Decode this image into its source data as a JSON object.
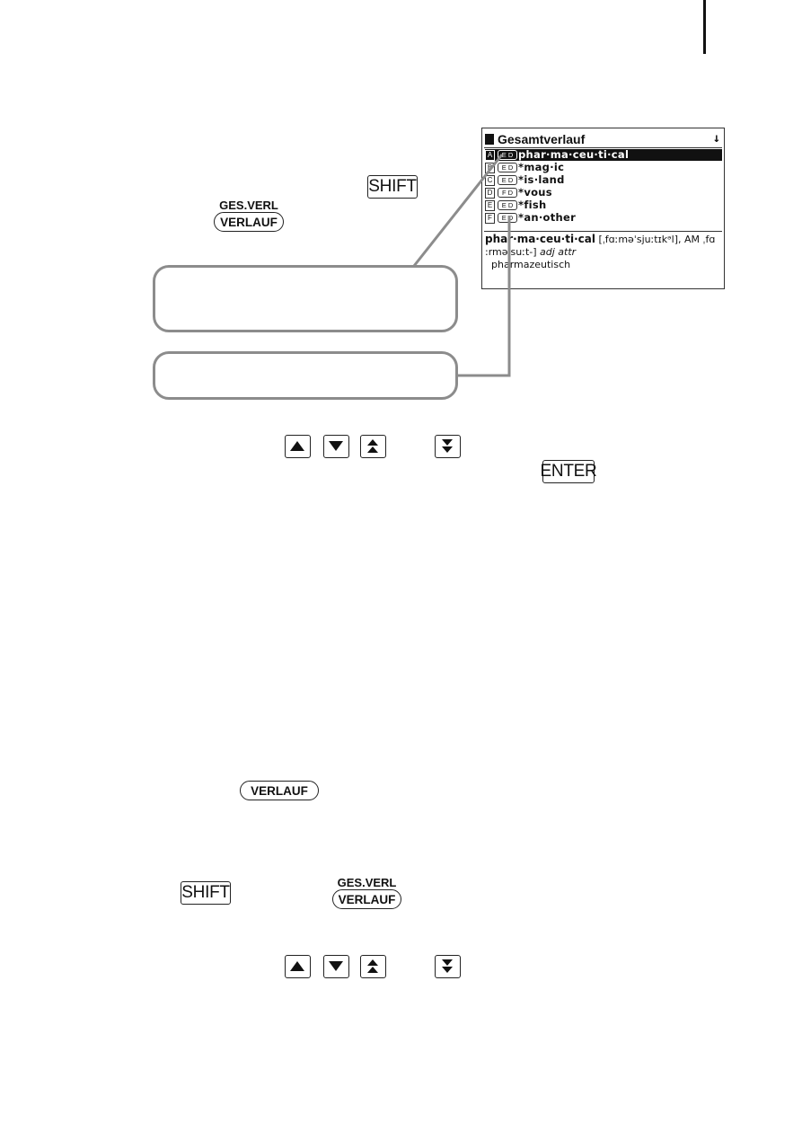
{
  "keys": {
    "shift": "SHIFT",
    "ges_verl": "GES.VERL",
    "verlauf": "VERLAUF",
    "enter": "ENTER"
  },
  "screen": {
    "title": "Gesamtverlauf",
    "scroll_indicator": "↓",
    "rows": [
      {
        "letter": "A",
        "dict": "E D",
        "word": "phar·ma·ceu·ti·cal",
        "selected": true
      },
      {
        "letter": "B",
        "dict": "E D",
        "word": "*mag·ic"
      },
      {
        "letter": "C",
        "dict": "E D",
        "word": "*is·land"
      },
      {
        "letter": "D",
        "dict": "F D",
        "word": "*vous"
      },
      {
        "letter": "E",
        "dict": "E D",
        "word": "*fish"
      },
      {
        "letter": "F",
        "dict": "E D",
        "word": "*an·other"
      }
    ],
    "definition": {
      "headword": "phar·ma·ceu·ti·cal",
      "pron1": " [ˌfɑːməˈsjuːtɪkᵊl], AM ˌfɑ",
      "pron2": ":rməˈsuːt-] ",
      "pos": "adj attr",
      "translation": "pharmazeutisch"
    }
  }
}
